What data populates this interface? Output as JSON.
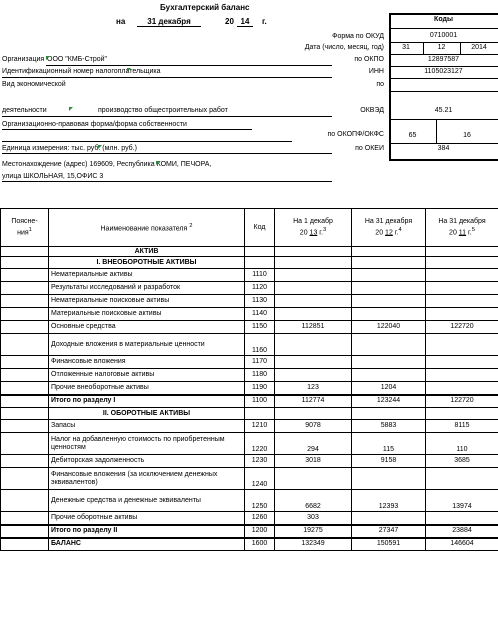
{
  "header": {
    "title": "Бухгалтерский баланс",
    "prefix_on": "на",
    "date_day_month": "31 декабря",
    "year_prefix": "20",
    "year_suffix": "14",
    "year_g": "г."
  },
  "codes": {
    "title": "Коды",
    "okud_label": "Форма по ОКУД",
    "okud_value": "0710001",
    "date_label": "Дата (число, месяц, год)",
    "date_day": "31",
    "date_month": "12",
    "date_year": "2014",
    "okpo_label": "по ОКПО",
    "okpo_value": "12897587",
    "inn_label": "ИНН",
    "inn_value": "1105023127",
    "po_label": "по",
    "okved_label": "ОКВЭД",
    "okved_value": "45.21",
    "okopf_label": "по ОКОПФ/ОКФС",
    "okopf_value": "65",
    "okfs_value": "16",
    "okei_label": "по ОКЕИ",
    "okei_value": "384"
  },
  "org": {
    "org_label": "Организация",
    "org_value": "ООО \"КМБ-Строй\"",
    "inn_line": "Идентификационный номер налогоплательщика",
    "activity_1": "Вид экономической",
    "activity_2": "деятельности",
    "activity_value": "производство общестроительных работ",
    "legal_form": "Организационно-правовая форма/форма собственности",
    "unit_line": "Единица измерения: тыс. руб. (млн. руб.)",
    "address_1": "Местонахождение (адрес) 169609, Республика КОМИ, ПЕЧОРА,",
    "address_2": "улица ШКОЛЬНАЯ, 15,ОФИС 3"
  },
  "table_head": {
    "col_note": "Поясне-\nния",
    "col_note_sup": "1",
    "col_name": "Наименование показателя",
    "col_name_sup": "2",
    "col_code": "Код",
    "col1_top": "На",
    "col1_date": "1 декабр",
    "col1_yp": "20",
    "col1_yv": "13",
    "col1_g": "г.",
    "col1_sup": "3",
    "col2_top": "На 31 декабря",
    "col2_yp": "20",
    "col2_yv": "12",
    "col2_g": "г.",
    "col2_sup": "4",
    "col3_top": "На 31 декабря",
    "col3_yp": "20",
    "col3_yv": "11",
    "col3_g": "г.",
    "col3_sup": "5"
  },
  "rows": [
    {
      "type": "section",
      "name": "АКТИВ"
    },
    {
      "type": "section",
      "name": "I. ВНЕОБОРОТНЫЕ АКТИВЫ"
    },
    {
      "type": "row",
      "name": "Нематериальные активы",
      "code": "1110",
      "v1": "",
      "v2": "",
      "v3": ""
    },
    {
      "type": "row",
      "name": "Результаты исследований и разработок",
      "code": "1120",
      "v1": "",
      "v2": "",
      "v3": ""
    },
    {
      "type": "row",
      "name": "Нематериальные поисковые активы",
      "code": "1130",
      "v1": "",
      "v2": "",
      "v3": ""
    },
    {
      "type": "row",
      "name": "Материальные поисковые активы",
      "code": "1140",
      "v1": "",
      "v2": "",
      "v3": ""
    },
    {
      "type": "row",
      "name": "Основные средства",
      "code": "1150",
      "v1": "112851",
      "v2": "122040",
      "v3": "122720"
    },
    {
      "type": "row2",
      "name": "Доходные вложения в материальные ценности",
      "code": "1160",
      "v1": "",
      "v2": "",
      "v3": ""
    },
    {
      "type": "row",
      "name": "Финансовые вложения",
      "code": "1170",
      "v1": "",
      "v2": "",
      "v3": ""
    },
    {
      "type": "row",
      "name": "Отложенные налоговые активы",
      "code": "1180",
      "v1": "",
      "v2": "",
      "v3": ""
    },
    {
      "type": "row",
      "name": "Прочие внеоборотные активы",
      "code": "1190",
      "v1": "123",
      "v2": "1204",
      "v3": ""
    },
    {
      "type": "total",
      "name": "Итого по разделу I",
      "code": "1100",
      "v1": "112774",
      "v2": "123244",
      "v3": "122720"
    },
    {
      "type": "section",
      "name": "II. ОБОРОТНЫЕ АКТИВЫ"
    },
    {
      "type": "row",
      "name": "Запасы",
      "code": "1210",
      "v1": "9078",
      "v2": "5883",
      "v3": "8115"
    },
    {
      "type": "row2",
      "name": "Налог на добавленную стоимость по приобретенным ценностям",
      "code": "1220",
      "v1": "294",
      "v2": "115",
      "v3": "110"
    },
    {
      "type": "row",
      "name": "Дебиторская задолженность",
      "code": "1230",
      "v1": "3018",
      "v2": "9158",
      "v3": "3685"
    },
    {
      "type": "row2",
      "name": "Финансовые вложения (за исключением денежных эквивалентов)",
      "code": "1240",
      "v1": "",
      "v2": "",
      "v3": ""
    },
    {
      "type": "row2",
      "name": "Денежные средства и денежные эквиваленты",
      "code": "1250",
      "v1": "6682",
      "v2": "12393",
      "v3": "13974"
    },
    {
      "type": "row",
      "name": "Прочие оборотные активы",
      "code": "1260",
      "v1": "303",
      "v2": "",
      "v3": ""
    },
    {
      "type": "total",
      "name": "Итого по разделу II",
      "code": "1200",
      "v1": "19275",
      "v2": "27347",
      "v3": "23884"
    },
    {
      "type": "total",
      "name": "БАЛАНС",
      "code": "1600",
      "v1": "132349",
      "v2": "150591",
      "v3": "146604"
    }
  ]
}
